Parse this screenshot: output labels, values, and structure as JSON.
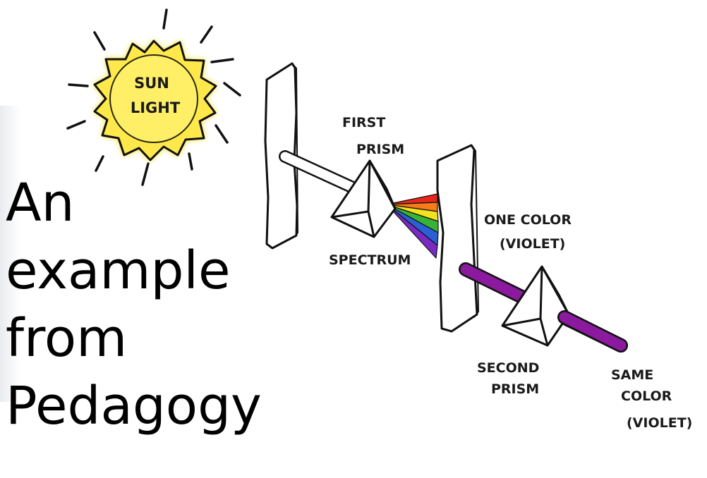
{
  "title_lines": [
    "An",
    "example",
    "from",
    "Pedagogy"
  ],
  "sun": {
    "line1": "SUN",
    "line2": "LIGHT",
    "fill_color": "#ffe94a",
    "glow_color": "#f5e33a"
  },
  "labels": {
    "first_prism_line1": "FIRST",
    "first_prism_line2": "PRISM",
    "spectrum": "SPECTRUM",
    "one_color_line1": "ONE COLOR",
    "one_color_line2": "(VIOLET)",
    "second_prism_line1": "SECOND",
    "second_prism_line2": "PRISM",
    "same_color_line1": "SAME",
    "same_color_line2": "COLOR",
    "same_color_line3": "(VIOLET)"
  },
  "colors": {
    "spectrum": [
      "#e8271c",
      "#f57c18",
      "#f3e21e",
      "#37b437",
      "#2a5fd6",
      "#7a2ac2"
    ],
    "violet_beam": "#8c1a9e"
  }
}
